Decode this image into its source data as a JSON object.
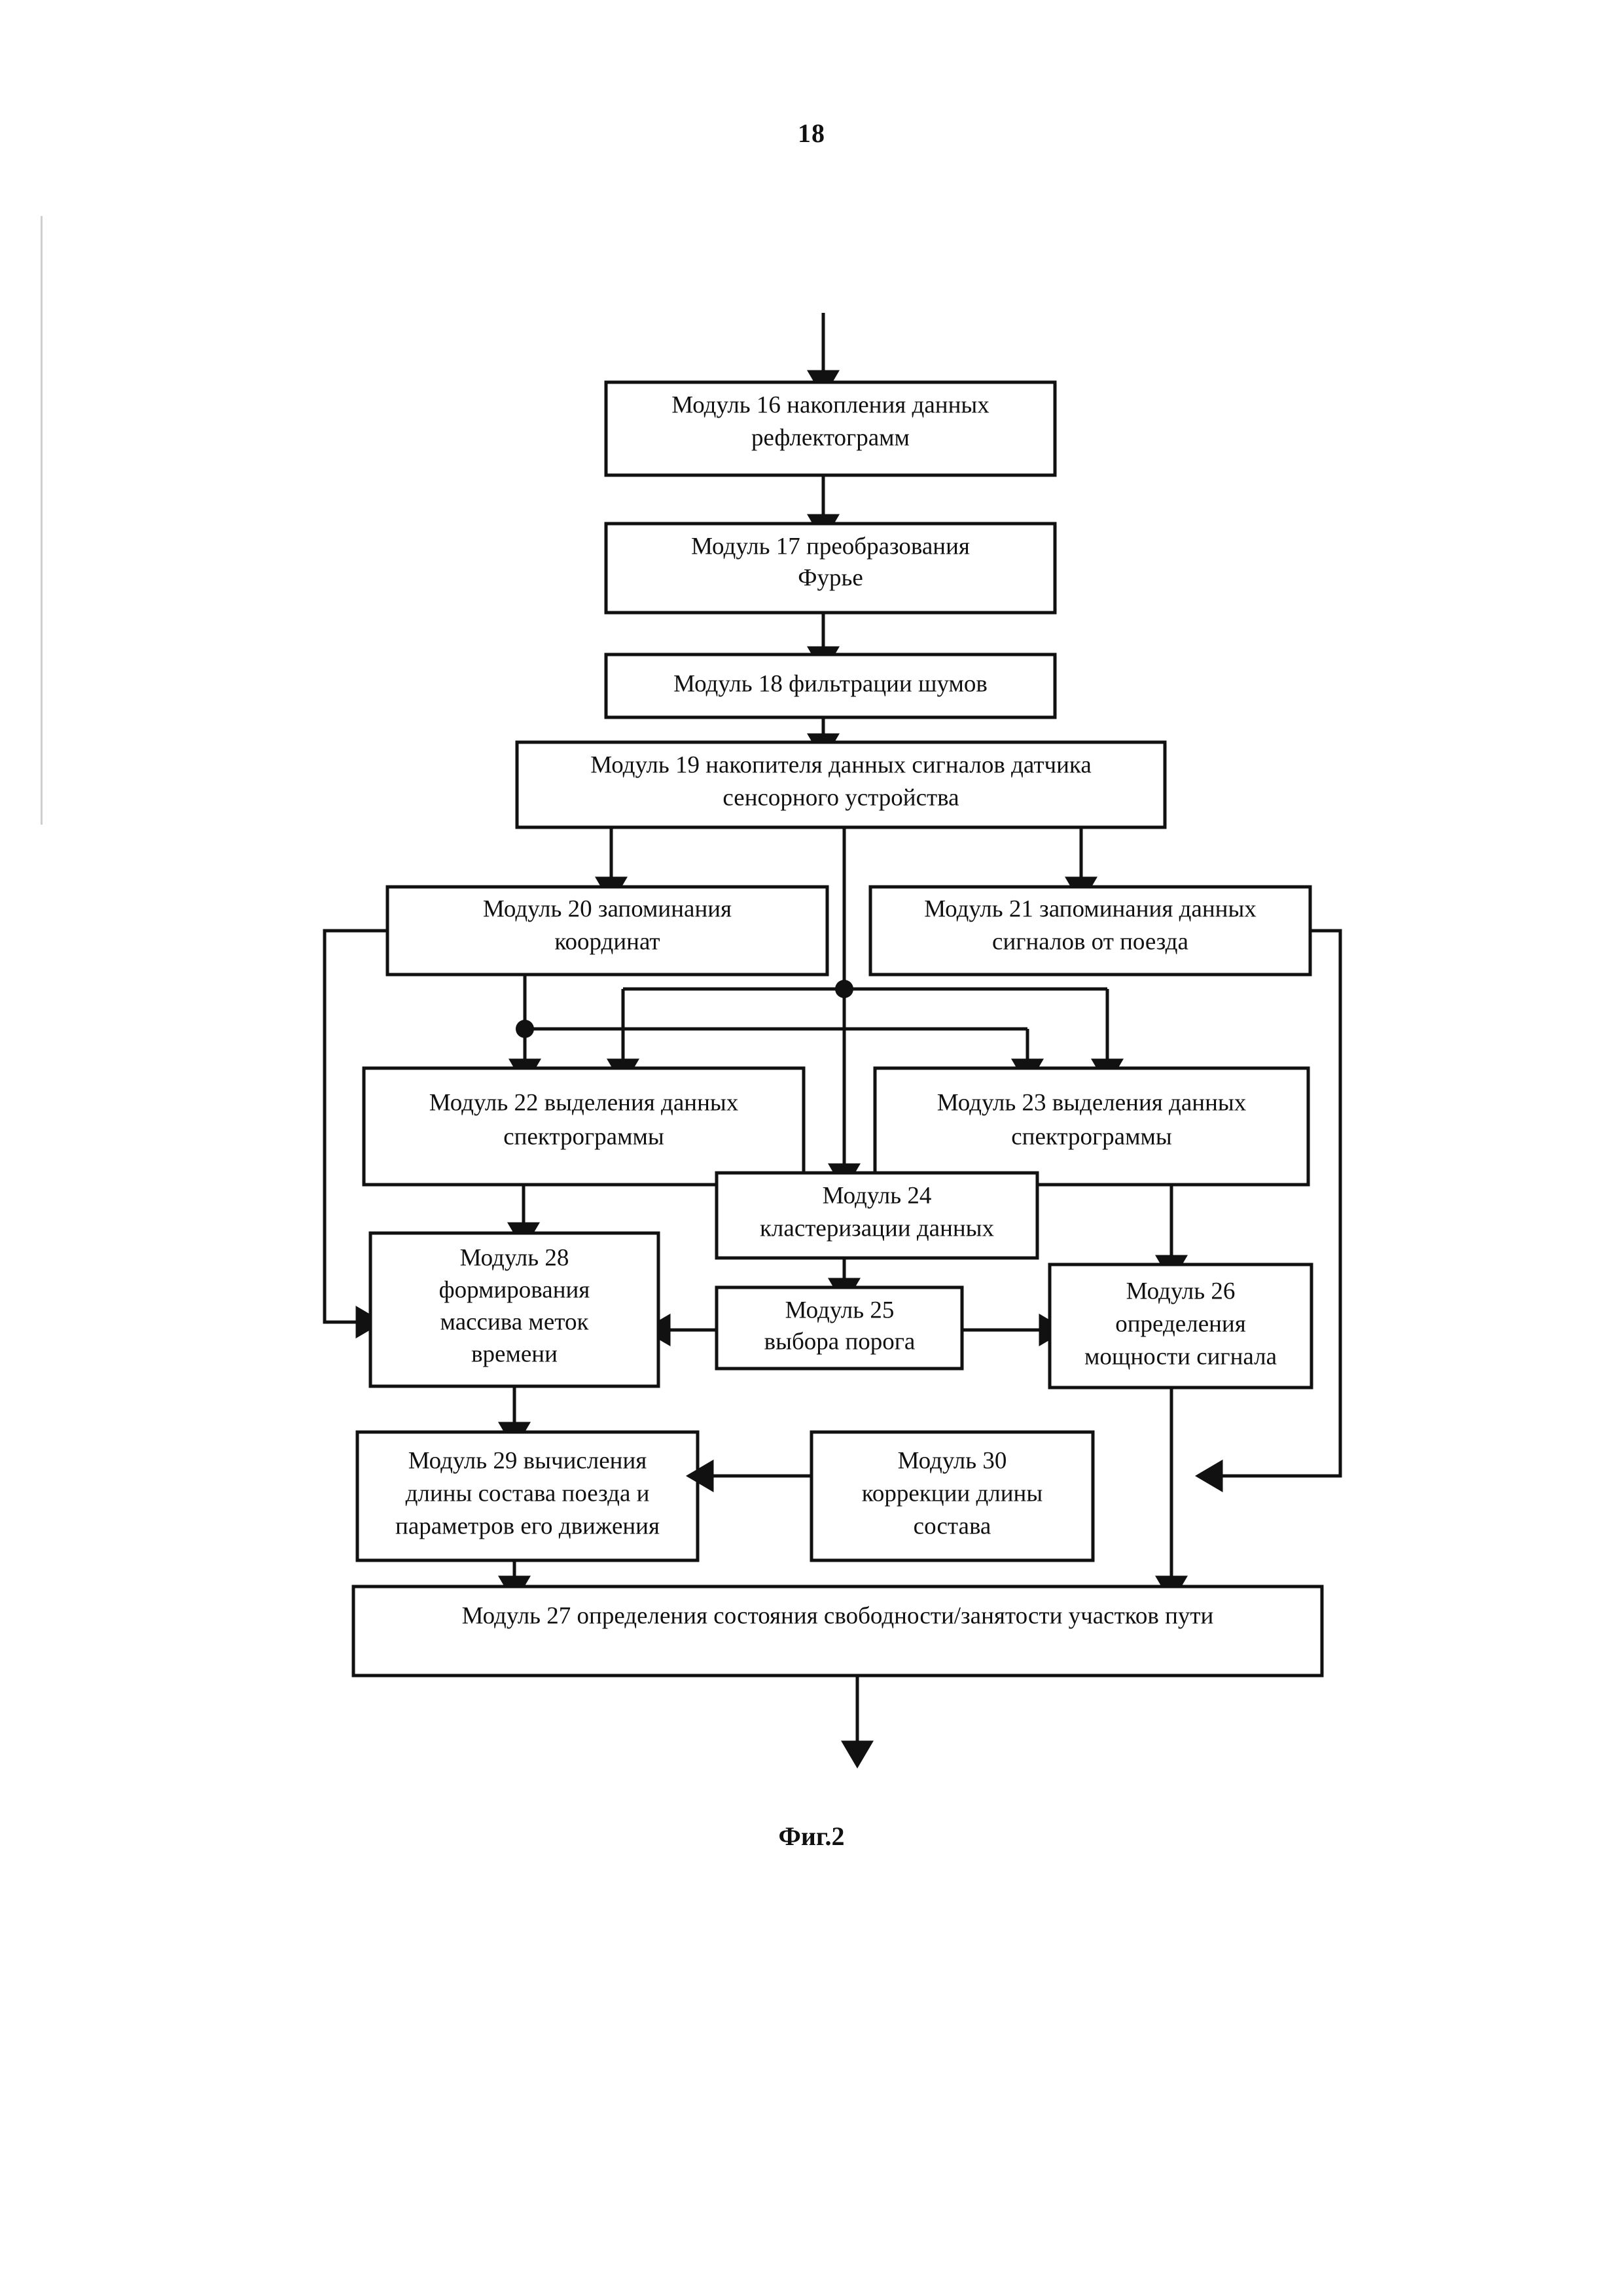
{
  "document": {
    "page_number": "18",
    "figure_caption": "Фиг.2",
    "type": "patent-flowchart"
  },
  "diagram": {
    "title": "Фиг.2",
    "blocks": [
      {
        "id": "m16",
        "number": "16",
        "lines": [
          "Модуль 16 накопления данных",
          "рефлектограмм"
        ]
      },
      {
        "id": "m17",
        "number": "17",
        "lines": [
          "Модуль 17 преобразования",
          "Фурье"
        ]
      },
      {
        "id": "m18",
        "number": "18",
        "lines": [
          "Модуль 18 фильтрации шумов"
        ]
      },
      {
        "id": "m19",
        "number": "19",
        "lines": [
          "Модуль 19 накопителя данных сигналов датчика",
          "сенсорного устройства"
        ]
      },
      {
        "id": "m20",
        "number": "20",
        "lines": [
          "Модуль 20 запоминания",
          "координат"
        ]
      },
      {
        "id": "m21",
        "number": "21",
        "lines": [
          "Модуль 21 запоминания данных",
          "сигналов от поезда"
        ]
      },
      {
        "id": "m22",
        "number": "22",
        "lines": [
          "Модуль 22 выделения данных",
          "спектрограммы"
        ]
      },
      {
        "id": "m23",
        "number": "23",
        "lines": [
          "Модуль 23 выделения данных",
          "спектрограммы"
        ]
      },
      {
        "id": "m24",
        "number": "24",
        "lines": [
          "Модуль 24",
          "кластеризации данных"
        ]
      },
      {
        "id": "m25",
        "number": "25",
        "lines": [
          "Модуль 25",
          "выбора порога"
        ]
      },
      {
        "id": "m26",
        "number": "26",
        "lines": [
          "Модуль 26",
          "определения",
          "мощности сигнала"
        ]
      },
      {
        "id": "m27",
        "number": "27",
        "lines": [
          "Модуль 27 определения состояния свободности/занятости участков пути"
        ]
      },
      {
        "id": "m28",
        "number": "28",
        "lines": [
          "Модуль 28",
          "формирования",
          "массива меток",
          "времени"
        ]
      },
      {
        "id": "m29",
        "number": "29",
        "lines": [
          "Модуль 29 вычисления",
          "длины состава поезда и",
          "параметров его движения"
        ]
      },
      {
        "id": "m30",
        "number": "30",
        "lines": [
          "Модуль 30",
          "коррекции длины",
          "состава"
        ]
      }
    ],
    "connections": [
      {
        "from": "input",
        "to": "m16"
      },
      {
        "from": "m16",
        "to": "m17"
      },
      {
        "from": "m17",
        "to": "m18"
      },
      {
        "from": "m18",
        "to": "m19"
      },
      {
        "from": "m19",
        "to": "m20"
      },
      {
        "from": "m19",
        "to": "m24"
      },
      {
        "from": "m19",
        "to": "m21"
      },
      {
        "from": "m20",
        "to": "m22"
      },
      {
        "from": "m20",
        "to": "m23"
      },
      {
        "from": "m20",
        "to": "m28"
      },
      {
        "from": "m21",
        "to": "m22"
      },
      {
        "from": "m21",
        "to": "m23"
      },
      {
        "from": "m21",
        "to": "m30"
      },
      {
        "from": "m22",
        "to": "m28"
      },
      {
        "from": "m23",
        "to": "m26"
      },
      {
        "from": "m24",
        "to": "m25"
      },
      {
        "from": "m25",
        "to": "m28"
      },
      {
        "from": "m25",
        "to": "m26"
      },
      {
        "from": "m26",
        "to": "m27"
      },
      {
        "from": "m28",
        "to": "m29"
      },
      {
        "from": "m30",
        "to": "m29"
      },
      {
        "from": "m29",
        "to": "m27"
      },
      {
        "from": "m27",
        "to": "output"
      }
    ]
  }
}
